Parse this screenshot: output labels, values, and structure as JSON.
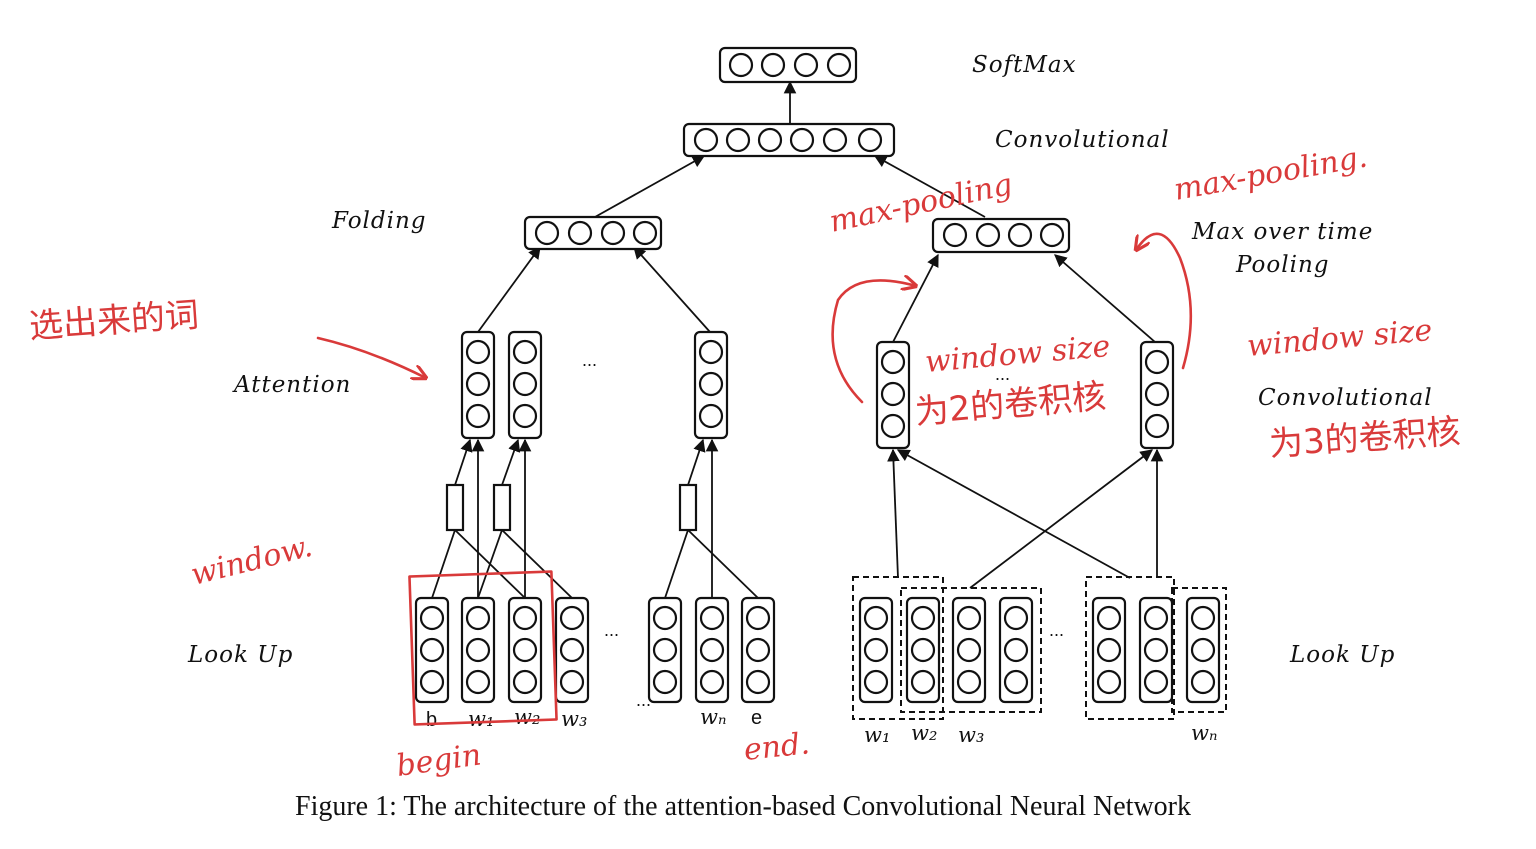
{
  "layers": {
    "softmax": "SoftMax",
    "convolutional_top": "Convolutional",
    "folding": "Folding",
    "max_over_time": "Max over time",
    "pooling": "Pooling",
    "attention": "Attention",
    "convolutional_right": "Convolutional",
    "lookup_left": "Look Up",
    "lookup_right": "Look Up"
  },
  "tokens_left": {
    "b": "b",
    "w1": "w₁",
    "w2": "w₂",
    "w3": "w₃",
    "wn": "wₙ",
    "e": "e"
  },
  "tokens_right": {
    "w1": "w₁",
    "w2": "w₂",
    "w3": "w₃",
    "wn": "wₙ"
  },
  "ellipsis": "...",
  "caption": "Figure 1: The architecture of the attention-based Convolutional Neural Network",
  "annotations": {
    "selected_words": "选出来的词",
    "window": "window.",
    "begin": "begin",
    "end": "end.",
    "max_pooling_left": "max-pooling",
    "max_pooling_right": "max-pooling.",
    "window_size_mid": "window size",
    "kernel_2": "为2的卷积核",
    "window_size_right": "window size",
    "kernel_3": "为3的卷积核"
  },
  "colors": {
    "ink": "#111111",
    "annotation": "#d93a3a",
    "background": "#ffffff"
  }
}
